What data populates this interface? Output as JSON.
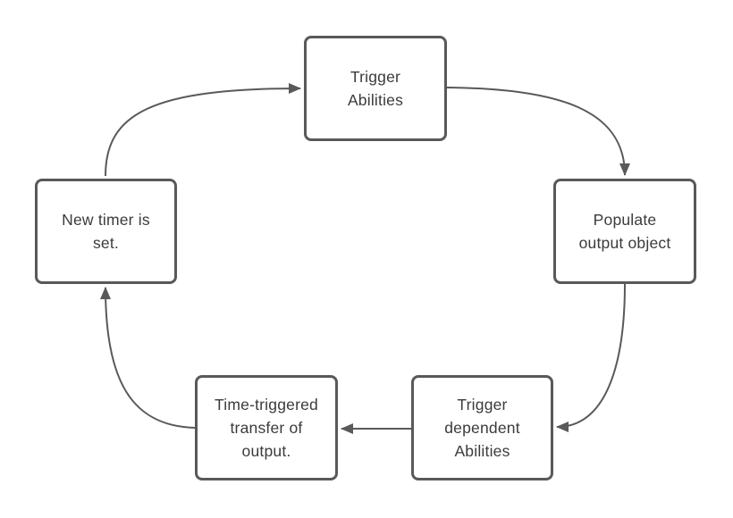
{
  "diagram": {
    "type": "cycle-flowchart",
    "background_color": "#ffffff",
    "node_fill_color": "#ffffff",
    "stroke_color": "#595959",
    "text_color": "#3b3b3b",
    "nodes": [
      {
        "id": "trigger-abilities",
        "label": "Trigger\nAbilities"
      },
      {
        "id": "populate-output-object",
        "label": "Populate\noutput object"
      },
      {
        "id": "trigger-dependent-abilities",
        "label": "Trigger\ndependent\nAbilities"
      },
      {
        "id": "time-triggered-transfer",
        "label": "Time-triggered\ntransfer of\noutput."
      },
      {
        "id": "new-timer-is-set",
        "label": "New timer is\nset."
      }
    ],
    "edges": [
      {
        "from": "new-timer-is-set",
        "to": "trigger-abilities"
      },
      {
        "from": "trigger-abilities",
        "to": "populate-output-object"
      },
      {
        "from": "populate-output-object",
        "to": "trigger-dependent-abilities"
      },
      {
        "from": "trigger-dependent-abilities",
        "to": "time-triggered-transfer"
      },
      {
        "from": "time-triggered-transfer",
        "to": "new-timer-is-set"
      }
    ]
  }
}
